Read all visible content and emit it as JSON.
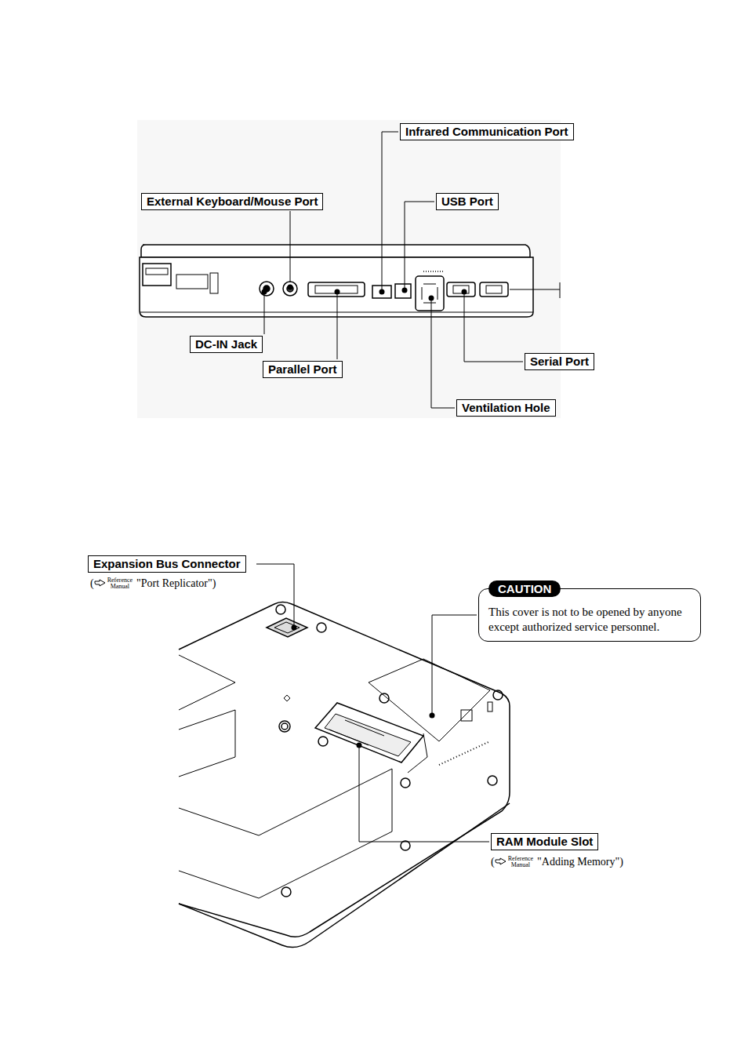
{
  "diagram": {
    "nodes": [
      {
        "text": [
          "Infrared Communication Port"
        ]
      },
      {
        "text": [
          "External Keyboard/Mouse Port"
        ]
      },
      {
        "text": [
          "USB Port"
        ]
      },
      {
        "text": [
          "DC-IN Jack"
        ]
      },
      {
        "text": [
          "Parallel Port"
        ]
      },
      {
        "text": [
          "Serial Port"
        ]
      },
      {
        "text": [
          "Ventilation Hole"
        ]
      },
      {
        "text": [
          "Expansion Bus Connector"
        ]
      },
      {
        "text": [
          "CAUTION",
          "This cover is not to be opened by anyone except authorized service personnel."
        ]
      },
      {
        "text": [
          "RAM Module Slot"
        ]
      }
    ],
    "labels": [
      "(",
      "Reference",
      "Manual",
      "\"Port Replicator\")",
      "(",
      "Reference",
      "Manual",
      "\"Adding Memory\")"
    ]
  }
}
